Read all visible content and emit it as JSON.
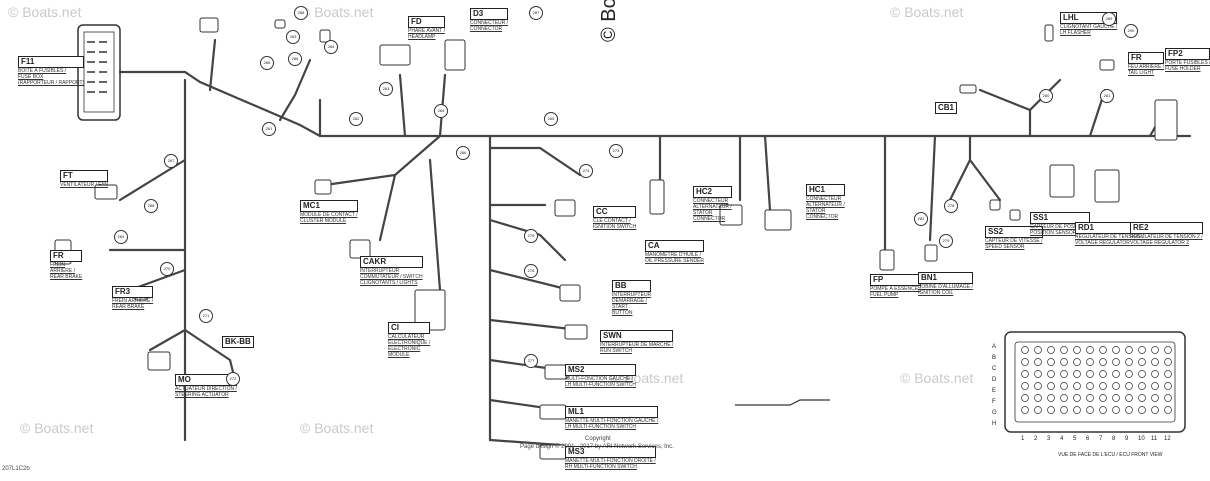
{
  "watermarks": [
    "© Boats.net",
    "© Boats.net",
    "© Boats.net",
    "© Boats.net",
    "© Boats.net",
    "© Boats.net",
    "© Boats.net"
  ],
  "copyright_mark": "© Bo",
  "footer": {
    "page_line": "Page design © 2001 - 2017 by ARI Network Services, Inc.",
    "copyright_word": "Copyright",
    "drawing_code": "207L1C2b"
  },
  "connectors": [
    {
      "code": "F11",
      "caption": "BOÎTE À FUSIBLES /\nFUSE BOX\n(RAPPORTEUR / RAPPORT)"
    },
    {
      "code": "D3",
      "caption": "CONNECTEUR /\nCONNECTOR"
    },
    {
      "code": "FD",
      "caption": "PHARE AVANT /\nHEADLAMP"
    },
    {
      "code": "FT",
      "caption": "VENTILATEUR / FAN"
    },
    {
      "code": "FR",
      "caption": "FREIN\nARRIÈRE /\nREAR BRAKE"
    },
    {
      "code": "FR3",
      "caption": "FREIN ARRIÈRE /\nREAR BRAKE"
    },
    {
      "code": "MO",
      "caption": "ACTUATEUR DIRECTION /\nSTEERING ACTUATOR"
    },
    {
      "code": "BK-BB",
      "caption": ""
    },
    {
      "code": "MC1",
      "caption": "MODULE DE CONTACT /\nCLUSTER MODULE"
    },
    {
      "code": "CAKR",
      "caption": "INTERRUPTEUR\nCOMMUTATEUR / SWITCH\nCLIGNOTANTS / LIGHTS"
    },
    {
      "code": "CI",
      "caption": "CALCULATEUR\nÉLECTRONIQUE /\nELECTRONIC\nMODULE"
    },
    {
      "code": "CC",
      "caption": "CLÉ CONTACT /\nIGNITION SWITCH"
    },
    {
      "code": "CA",
      "caption": "MANOMÈTRE D'HUILE /\nOIL PRESSURE SENDER"
    },
    {
      "code": "HC2",
      "caption": "CONNECTEUR\nALTERNATEUR /\nSTATOR\nCONNECTOR"
    },
    {
      "code": "HC1",
      "caption": "CONNECTEUR\nALTERNATEUR /\nSTATOR\nCONNECTOR"
    },
    {
      "code": "BB",
      "caption": "INTERRUPTEUR\nDÉMARRAGE /\nSTART\nBUTTON"
    },
    {
      "code": "SWN",
      "caption": "INTERRUPTEUR DE MARCHE /\nRUN SWITCH"
    },
    {
      "code": "MS2",
      "caption": "MULTI-FONCTION GAUCHE /\nLH MULTI-FUNCTION SWITCH"
    },
    {
      "code": "ML1",
      "caption": "MANETTE MULTI-FONCTION GAUCHE /\nLH MULTI-FUNCTION SWITCH"
    },
    {
      "code": "MS3",
      "caption": "MANETTE MULTI-FONCTION DROITE /\nRH MULTI-FUNCTION SWITCH"
    },
    {
      "code": "FP",
      "caption": "POMPE À ESSENCE /\nFUEL PUMP"
    },
    {
      "code": "BN1",
      "caption": "BOBINE D'ALLUMAGE /\nIGNITION COIL"
    },
    {
      "code": "SS2",
      "caption": "CAPTEUR DE VITESSE /\nSPEED SENSOR"
    },
    {
      "code": "SS1",
      "caption": "CAPTEUR DE POSITION /\nPOSITION SENSOR"
    },
    {
      "code": "RD1",
      "caption": "RÉGULATEUR DE TENSION /\nVOLTAGE REGULATOR"
    },
    {
      "code": "RE2",
      "caption": "RÉGULATEUR DE TENSION 2 /\nVOLTAGE REGULATOR 2"
    },
    {
      "code": "CB1",
      "caption": ""
    },
    {
      "code": "LHL",
      "caption": "CLIGNOTANT GAUCHE /\nLH FLASHER"
    },
    {
      "code": "FR",
      "caption": "FEU ARRIÈRE /\nTAIL LIGHT"
    },
    {
      "code": "FP2",
      "caption": "PORTE FUSIBLES /\nFUSE HOLDER"
    }
  ],
  "callouts": [
    "261",
    "262",
    "263",
    "264",
    "265",
    "266",
    "267",
    "268",
    "269",
    "270",
    "271",
    "272",
    "273",
    "274",
    "275",
    "276",
    "277",
    "278",
    "279",
    "280",
    "281",
    "282",
    "283",
    "284",
    "285",
    "286",
    "287",
    "288",
    "289",
    "290"
  ],
  "ecu_detail": {
    "caption": "VUE DE FACE DE L'ECU / ECU FRONT VIEW",
    "pin_numbers_bottom": [
      "1",
      "2",
      "3",
      "4",
      "5",
      "6",
      "7",
      "8",
      "9",
      "10",
      "11",
      "12"
    ],
    "row_letters": [
      "A",
      "B",
      "C",
      "D",
      "E",
      "F",
      "G",
      "H"
    ]
  },
  "colors": {
    "wire": "#444444",
    "ink": "#222222",
    "watermark": "#c9c9c9"
  }
}
